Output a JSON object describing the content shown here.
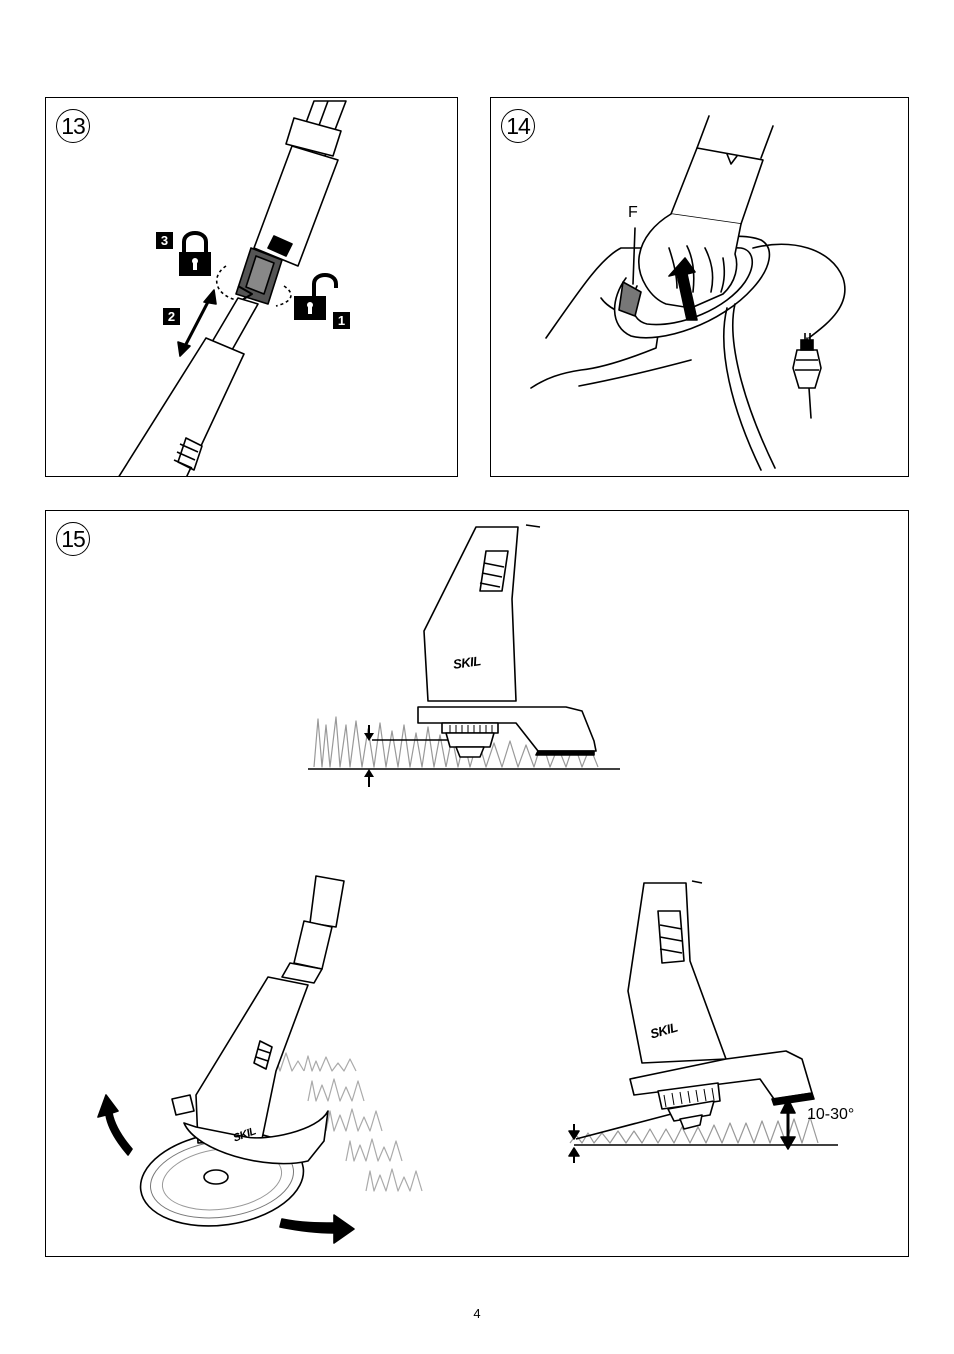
{
  "figures": [
    {
      "number": "13",
      "steps": [
        "1",
        "2",
        "3"
      ],
      "icons": [
        "lock-closed-icon",
        "lock-open-icon",
        "rotate-arrow-icon",
        "double-arrow-icon"
      ]
    },
    {
      "number": "14",
      "callout": "F",
      "icons": [
        "up-arrow-icon",
        "power-plug-icon"
      ]
    },
    {
      "number": "15",
      "brand": "SKIL",
      "angle_label": "10-30°",
      "icons": [
        "left-curved-arrow-icon",
        "right-arrow-icon",
        "height-indicator-icon"
      ]
    }
  ],
  "page_number": "4"
}
